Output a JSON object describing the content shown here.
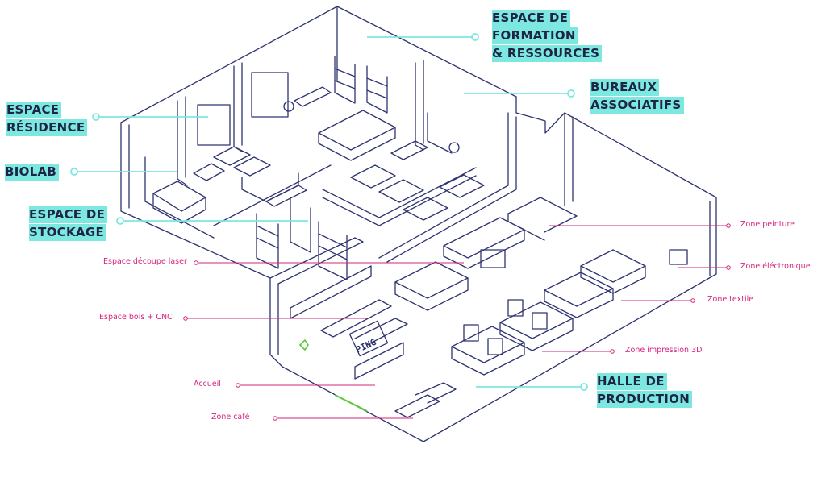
{
  "colors": {
    "outline": "#2e3470",
    "big_label_highlight": "#7ce8e0",
    "big_label_text": "#1e2445",
    "small_label": "#d6247e",
    "entrance_door": "#5cc93a"
  },
  "big_labels": [
    {
      "id": "formation",
      "lines": [
        "ESPACE DE",
        "FORMATION",
        "& RESSOURCES"
      ]
    },
    {
      "id": "bureaux",
      "lines": [
        "BUREAUX",
        "ASSOCIATIFS"
      ]
    },
    {
      "id": "residence",
      "lines": [
        "ESPACE",
        "RÉSIDENCE"
      ]
    },
    {
      "id": "biolab",
      "lines": [
        "BIOLAB"
      ]
    },
    {
      "id": "stockage",
      "lines": [
        "ESPACE DE",
        "STOCKAGE"
      ]
    },
    {
      "id": "production",
      "lines": [
        "HALLE DE",
        "PRODUCTION"
      ]
    }
  ],
  "small_labels": [
    {
      "id": "decoupe",
      "text": "Espace découpe laser"
    },
    {
      "id": "bois",
      "text": "Espace bois + CNC"
    },
    {
      "id": "accueil",
      "text": "Accueil"
    },
    {
      "id": "cafe",
      "text": "Zone café"
    },
    {
      "id": "peinture",
      "text": "Zone peinture"
    },
    {
      "id": "electronique",
      "text": "Zone éléctronique"
    },
    {
      "id": "textile",
      "text": "Zone textile"
    },
    {
      "id": "impression",
      "text": "Zone impression 3D"
    }
  ],
  "sign_text": "PING"
}
